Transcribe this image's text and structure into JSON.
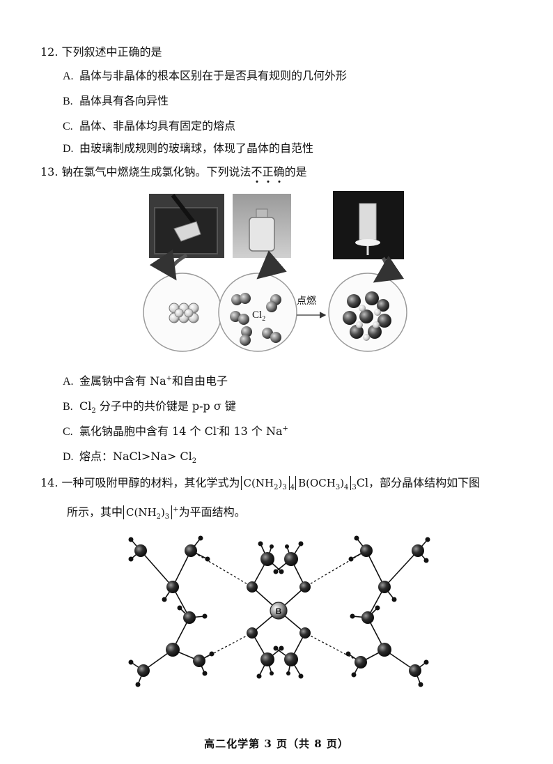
{
  "q12": {
    "stem": "12.  下列叙述中正确的是",
    "options": [
      {
        "letter": "A.",
        "text": "晶体与非晶体的根本区别在于是否具有规则的几何外形"
      },
      {
        "letter": "B.",
        "text": "晶体具有各向异性"
      },
      {
        "letter": "C.",
        "text": "晶体、非晶体均具有固定的熔点"
      },
      {
        "letter": "D.",
        "text": "由玻璃制成规则的玻璃球，体现了晶体的自范性"
      }
    ]
  },
  "q13": {
    "stem_main": "13.  钠在氯气中燃烧生成氯化钠。下列说法",
    "stem_emph": "不正确",
    "stem_tail": "的是",
    "figure": {
      "cl2_label": "Cl",
      "cl2_sub": "2",
      "arrow_label": "点燃"
    },
    "options": {
      "A": {
        "letter": "A.",
        "pre": "金属钠中含有 Na",
        "sup": "+",
        "post": "和自由电子"
      },
      "B": {
        "letter": "B.",
        "pre": "Cl",
        "sub": "2",
        "post": " 分子中的共价键是 p-p σ 键"
      },
      "C": {
        "letter": "C.",
        "pre": "氯化钠晶胞中含有 14 个 Cl",
        "sup1": "-",
        "mid": "和 13 个 Na",
        "sup2": "+"
      },
      "D": {
        "letter": "D.",
        "pre": "熔点：NaCl>Na> Cl",
        "sub": "2"
      }
    }
  },
  "q14": {
    "stem_pre": "14.  一种可吸附甲醇的材料，其化学式为",
    "formula1": "C(NH",
    "formula1_sub": "2",
    "formula1_close": ")",
    "formula1_sub2": "3",
    "formula1_outer_sub": "4",
    "formula2": "B(OCH",
    "formula2_sub": "3",
    "formula2_close": ")",
    "formula2_sub2": "4",
    "formula2_outer_sub": "3",
    "formula_tail": "Cl，部分晶体结构如下图",
    "line2_pre": "所示，其中",
    "ion": "C(NH",
    "ion_sub": "2",
    "ion_close": ")",
    "ion_sub2": "3",
    "ion_charge": "+",
    "line2_post": "为平面结构。",
    "center_atom": "B"
  },
  "footer": "高二化学第 3 页（共 8 页）"
}
